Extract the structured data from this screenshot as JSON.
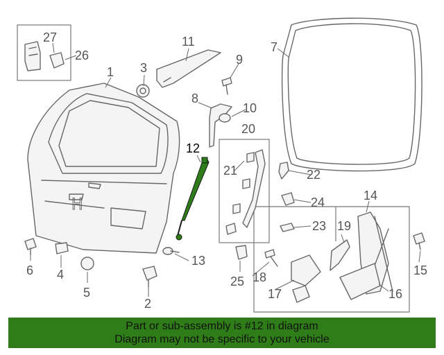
{
  "diagram": {
    "highlight_color": "#2e7d1a",
    "callouts": [
      "1",
      "2",
      "3",
      "4",
      "5",
      "6",
      "7",
      "8",
      "9",
      "10",
      "11",
      "12",
      "13",
      "14",
      "15",
      "16",
      "17",
      "18",
      "19",
      "20",
      "21",
      "22",
      "23",
      "24",
      "25",
      "26",
      "27"
    ],
    "highlighted_part": "12"
  },
  "banner": {
    "line1": "Part or sub-assembly is #12 in diagram",
    "line2": "Diagram may not be specific to your vehicle",
    "background": "#2f7d18"
  }
}
